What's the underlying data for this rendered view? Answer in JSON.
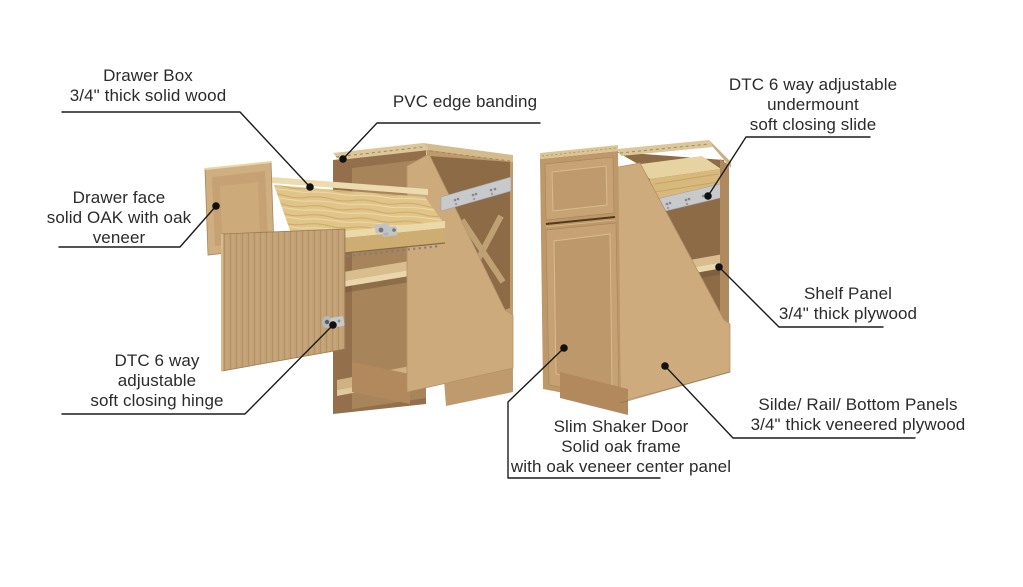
{
  "page": {
    "background": "#ffffff"
  },
  "labels": {
    "drawer_box": {
      "lines": [
        "Drawer Box",
        "3/4\" thick solid wood"
      ]
    },
    "pvc_edge": {
      "lines": [
        "PVC edge banding"
      ]
    },
    "slide": {
      "lines": [
        "DTC 6 way adjustable",
        "undermount",
        "soft closing slide"
      ]
    },
    "drawer_face": {
      "lines": [
        "Drawer face",
        "solid OAK with oak",
        "veneer"
      ]
    },
    "hinge": {
      "lines": [
        "DTC 6 way",
        "adjustable",
        "soft closing hinge"
      ]
    },
    "shelf": {
      "lines": [
        "Shelf Panel",
        "3/4\" thick plywood"
      ]
    },
    "side_rail_bottom": {
      "lines": [
        "Silde/ Rail/ Bottom Panels",
        "3/4\" thick veneered plywood"
      ]
    },
    "door": {
      "lines": [
        "Slim Shaker Door",
        "Solid oak frame",
        "with oak veneer center panel"
      ]
    }
  },
  "colors": {
    "background": "#ffffff",
    "label_text": "#2b2b2b",
    "leader_line": "#1c1c1c",
    "cabinet_tan": "#c7a173",
    "cabinet_interior_shadow": "#8d6b47",
    "oak_drawer_wood": "#e0c488",
    "oak_veneer_door": "#c2a176",
    "plywood_edge": "#dcc79a",
    "metal_slide": "#c7c9cb"
  }
}
